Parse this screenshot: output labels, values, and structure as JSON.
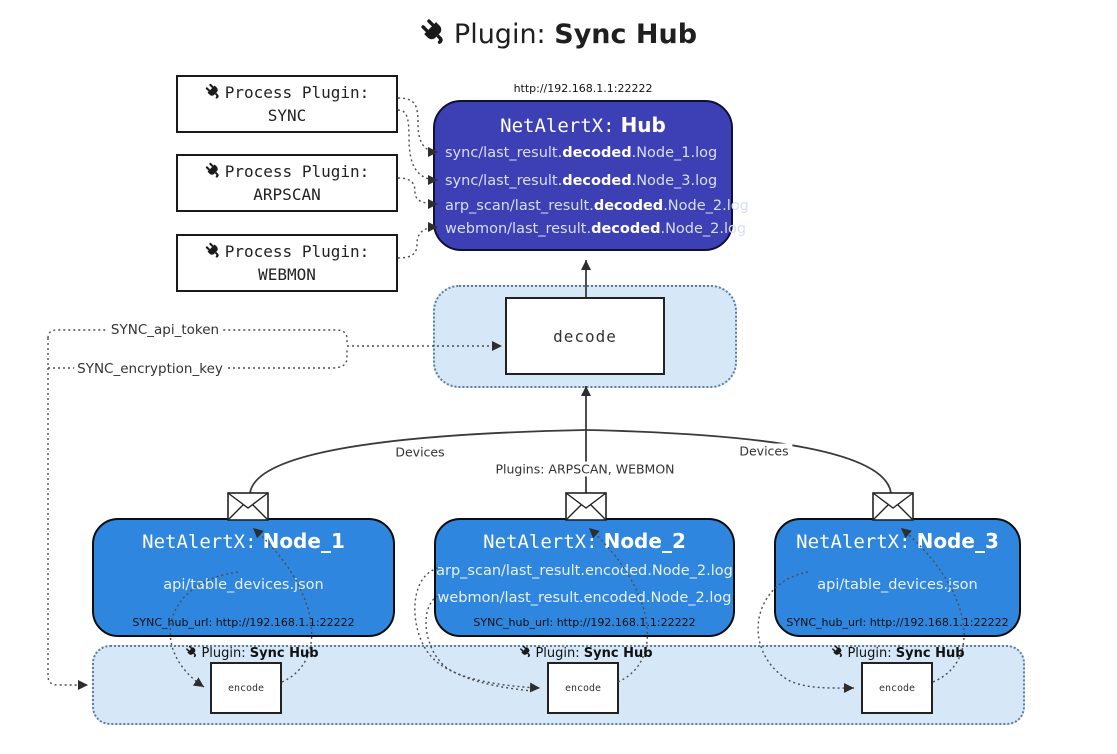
{
  "title": {
    "prefix": "Plugin:",
    "name": "Sync Hub"
  },
  "process_plugins": [
    {
      "label": "Process Plugin:",
      "name": "SYNC"
    },
    {
      "label": "Process Plugin:",
      "name": "ARPSCAN"
    },
    {
      "label": "Process Plugin:",
      "name": "WEBMON"
    }
  ],
  "hub": {
    "url": "http://192.168.1.1:22222",
    "name_prefix": "NetAlertX:",
    "name": "Hub",
    "logs": [
      {
        "pre": "sync/last_result.",
        "em": "decoded",
        "post": ".Node_1.log"
      },
      {
        "pre": "sync/last_result.",
        "em": "decoded",
        "post": ".Node_3.log"
      },
      {
        "pre": "arp_scan/last_result.",
        "em": "decoded",
        "post": ".Node_2.log"
      },
      {
        "pre": "webmon/last_result.",
        "em": "decoded",
        "post": ".Node_2.log"
      }
    ]
  },
  "decode_label": "decode",
  "config_labels": {
    "api_token": "SYNC_api_token",
    "encryption_key": "SYNC_encryption_key"
  },
  "edge_labels": {
    "devices_left": "Devices",
    "devices_right": "Devices",
    "plugins": "Plugins: ARPSCAN, WEBMON"
  },
  "nodes": [
    {
      "name_prefix": "NetAlertX:",
      "name": "Node_1",
      "files": [
        "api/table_devices.json"
      ],
      "hub_url": "SYNC_hub_url: http://192.168.1.1:22222"
    },
    {
      "name_prefix": "NetAlertX:",
      "name": "Node_2",
      "files": [
        "arp_scan/last_result.encoded.Node_2.log",
        "webmon/last_result.encoded.Node_2.log"
      ],
      "hub_url": "SYNC_hub_url: http://192.168.1.1:22222"
    },
    {
      "name_prefix": "NetAlertX:",
      "name": "Node_3",
      "files": [
        "api/table_devices.json"
      ],
      "hub_url": "SYNC_hub_url: http://192.168.1.1:22222"
    }
  ],
  "encoders": [
    {
      "plugin_prefix": "Plugin:",
      "plugin_name": "Sync Hub",
      "label": "encode"
    },
    {
      "plugin_prefix": "Plugin:",
      "plugin_name": "Sync Hub",
      "label": "encode"
    },
    {
      "plugin_prefix": "Plugin:",
      "plugin_name": "Sync Hub",
      "label": "encode"
    }
  ],
  "colors": {
    "hub_fill": "#3d40b5",
    "node_fill": "#2e86de",
    "container_fill": "#d6e8f8",
    "container_border": "#5d7e9e"
  }
}
